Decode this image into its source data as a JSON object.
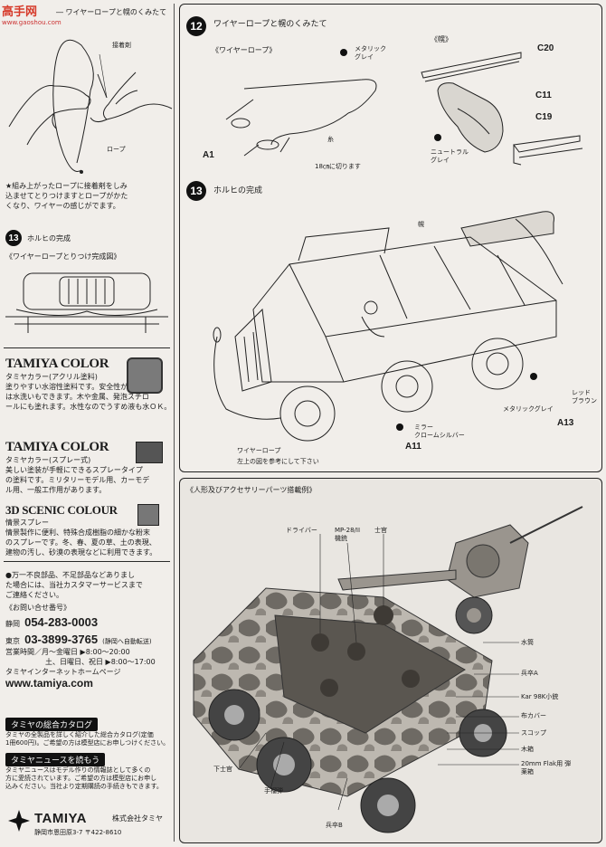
{
  "watermark": {
    "site": "高手网",
    "url": "www.gaoshou.com"
  },
  "left_top": {
    "heading": "ワイヤーロープと幌のくみたて",
    "adhesive_label": "接着剤",
    "rope_label": "ロープ",
    "note": [
      "★組み上がったロープに接着剤をしみ",
      "込ませてとりつけますとロープがかた",
      "くなり、ワイヤーの感じがでます。"
    ]
  },
  "left_step13": {
    "number": "13",
    "title": "ホルヒの完成",
    "subtitle": "《ワイヤーロープとりつけ完成図》"
  },
  "paints": [
    {
      "brand": "TAMIYA COLOR",
      "kind": "タミヤカラー(アクリル塗料)",
      "lines": [
        "塗りやすい水溶性塗料です。安全性が高く臭い",
        "は水洗いもできます。木や金属、発泡スチロ",
        "ールにも塗れます。水性なのでうすめ液も水ＯＫ。"
      ]
    },
    {
      "brand": "TAMIYA COLOR",
      "kind": "タミヤカラー(スプレー式)",
      "lines": [
        "美しい塗装が手軽にできるスプレータイプ",
        "の塗料です。ミリタリーモデル用、カーモデ",
        "ル用、一般工作用があります。"
      ]
    },
    {
      "brand": "3D SCENIC COLOUR",
      "kind": "情景スプレー",
      "lines": [
        "情景製作に便利、特殊合成樹脂の細かな粉末",
        "のスプレーです。冬、春、夏の草、土の表現、",
        "建物の汚し、砂漠の表現などに利用できます。"
      ]
    }
  ],
  "service": {
    "lines": [
      "●万一不良部品、不足部品などありまし",
      "た場合には、当社カスタマーサービスまで",
      "ご連絡ください。"
    ],
    "contact_label": "《お問い合せ番号》",
    "shizuoka_label": "静岡",
    "shizuoka_number": "054-283-0003",
    "tokyo_label": "東京",
    "tokyo_number": "03-3899-3765",
    "tokyo_note": "(静岡へ自動転送)",
    "hours1": "営業時間／月～金曜日 ▶8:00～20:00",
    "hours2": "土、日曜日、祝日 ▶8:00～17:00",
    "web_label": "タミヤインターネットホームページ",
    "web_url": "www.tamiya.com"
  },
  "catalog": {
    "title": "タミヤの総合カタログ",
    "lines": [
      "タミヤの全製品を詳しく紹介した総合カタログ(定価",
      "1冊600円)。ご希望の方は模型店にお申しつけください。"
    ]
  },
  "news": {
    "title": "タミヤニュースを読もう",
    "lines": [
      "タミヤニュースはモデル作りの情報誌として多くの",
      "方に愛読されています。ご希望の方は模型店にお申し",
      "込みください。当社より定期購読の手続きもできます。"
    ]
  },
  "footer": {
    "brand": "TAMIYA",
    "company": "株式会社タミヤ",
    "address": "静岡市恩田原3-7 〒422-8610"
  },
  "step12": {
    "number": "12",
    "title": "ワイヤーロープと幌のくみたて",
    "sub_wire": "《ワイヤーロープ》",
    "sub_hood": "《幌》",
    "metallic_grey": [
      "メタリック",
      "グレイ"
    ],
    "neutral_grey": [
      "ニュートラル",
      "グレイ"
    ],
    "thread_label": "糸",
    "cut_note": "18㎝に切ります",
    "parts": [
      "A1",
      "C20",
      "C11",
      "C19"
    ]
  },
  "step13": {
    "number": "13",
    "title": "ホルヒの完成",
    "hood_label": "幌",
    "red_brown": [
      "レッド",
      "ブラウン"
    ],
    "metallic_grey": "メタリックグレイ",
    "mirror_chrome": [
      "ミラー",
      "クロームシルバー"
    ],
    "wire_rope": [
      "ワイヤーロープ",
      "左上の図を参考にして下さい"
    ],
    "parts": [
      "A13",
      "A11"
    ]
  },
  "photo": {
    "caption": "《人形及びアクセサリーパーツ搭載例》",
    "labels": [
      "ドライバー",
      "MP-28/II 機銃",
      "士官",
      "水筒",
      "兵卒A",
      "Kar 98K小銃",
      "布カバー",
      "スコップ",
      "木箱",
      "20mm Flak用 弾薬箱",
      "下士官",
      "手榴弾",
      "兵卒B"
    ]
  }
}
